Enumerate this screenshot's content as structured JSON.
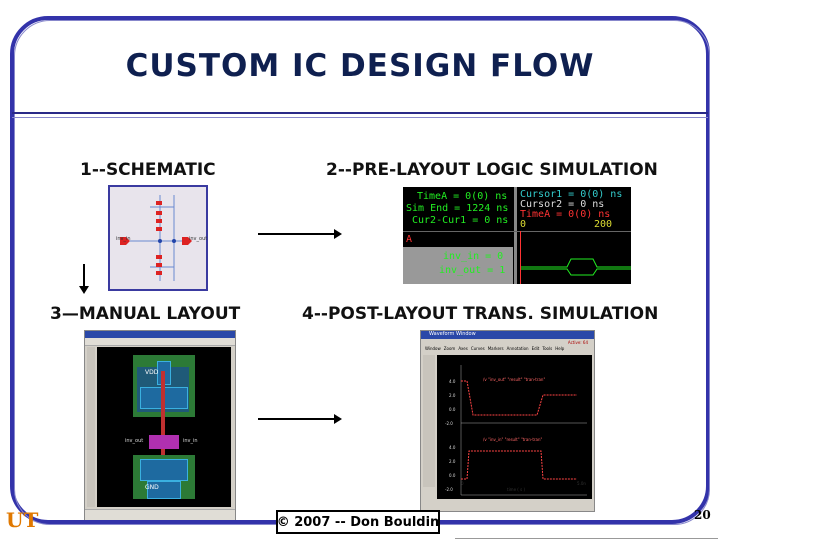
{
  "slide": {
    "title": "CUSTOM IC DESIGN FLOW",
    "step1": "1--SCHEMATIC",
    "step2": "2--PRE-LAYOUT LOGIC SIMULATION",
    "step3": "3—MANUAL LAYOUT",
    "step4": "4--POST-LAYOUT TRANS. SIMULATION",
    "copyright": "© 2007 -- Don Bouldin",
    "page_number": "20",
    "logo_text": "UT"
  },
  "schematic": {
    "in_label": "inv_in",
    "out_label": "inv_out"
  },
  "simulation": {
    "timeA": "TimeA = 0(0) ns",
    "sim_end": "Sim End = 1224 ns",
    "cur_diff": "Cur2-Cur1 = 0 ns",
    "cursor1": "Cursor1 = 0(0) ns",
    "cursor2": "Cursor2 = 0 ns",
    "timeA2": "TimeA = 0(0) ns",
    "scale_start": "0",
    "scale_end": "200",
    "group_label": "A",
    "sig1": "inv_in = 0",
    "sig2": "inv_out = 1"
  },
  "layout_view": {
    "vdd": "VDD",
    "gnd": "GND",
    "inv_out": "inv_out",
    "inv_in": "inv_in"
  },
  "waveform_view": {
    "title": "Waveform Window",
    "menu": [
      "Window",
      "Zoom",
      "Axes",
      "Curves",
      "Markers",
      "Annotation",
      "Edit",
      "Tools",
      "Help"
    ],
    "active": "Active: 64",
    "y_ticks_top": [
      "4.0",
      "2.0",
      "0.0",
      "-2.0"
    ],
    "y_ticks_bottom": [
      "4.0",
      "2.0",
      "0.0",
      "-2.0"
    ],
    "x_start": "0",
    "x_end": "5.0n",
    "x_label": "time ( s )",
    "trace1": "/v \"inv_out\" \"result\" \"tran-tran\"",
    "trace2": "/v \"inv_in\" \"result\" \"tran-tran\""
  }
}
